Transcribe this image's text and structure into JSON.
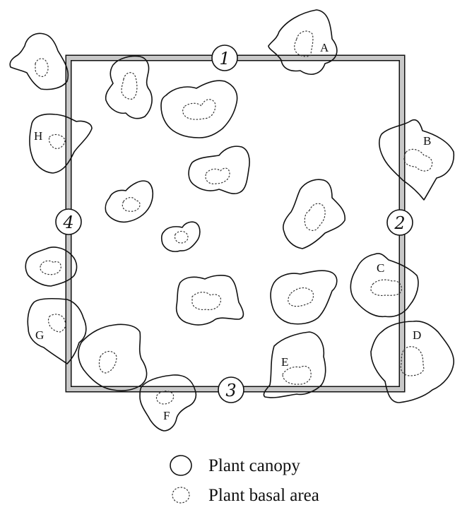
{
  "sides": [
    "1",
    "2",
    "3",
    "4"
  ],
  "plant_labels": [
    "A",
    "B",
    "C",
    "D",
    "E",
    "F",
    "G",
    "H"
  ],
  "legend": {
    "canopy": "Plant canopy",
    "basal": "Plant basal area"
  },
  "colors": {
    "plot_border": "#c8c8c8",
    "outline": "#111111"
  }
}
